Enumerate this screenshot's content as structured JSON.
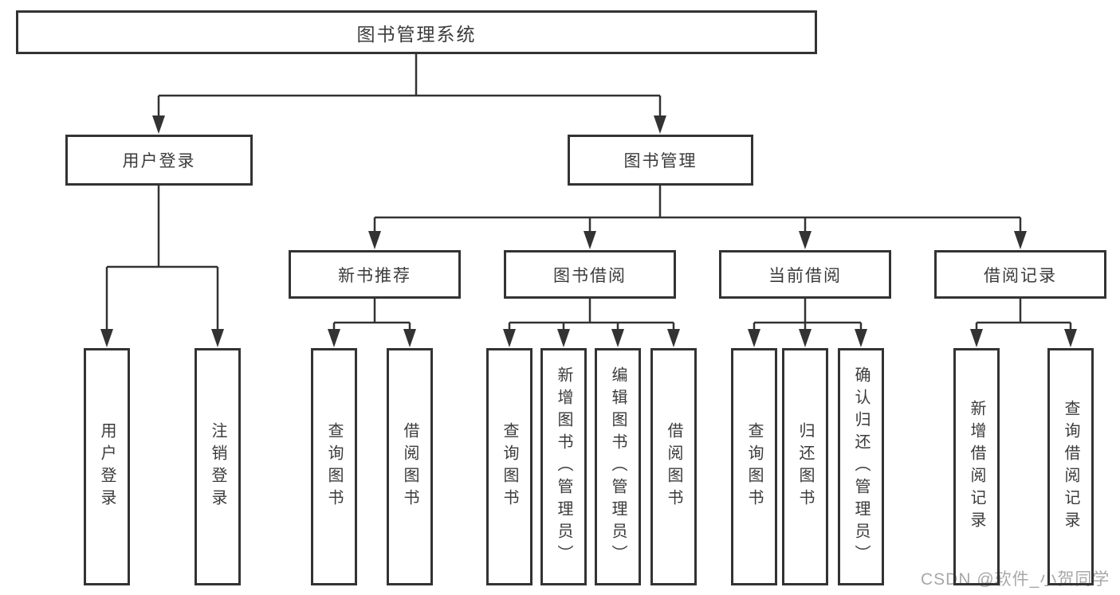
{
  "diagram_title": "图书管理系统",
  "nodes": {
    "root": {
      "label": "图书管理系统"
    },
    "level2": [
      {
        "id": "user-login",
        "label": "用户登录",
        "parent": "图书管理系统"
      },
      {
        "id": "book-management",
        "label": "图书管理",
        "parent": "图书管理系统"
      }
    ],
    "level3": [
      {
        "id": "new-book-recommend",
        "label": "新书推荐",
        "parent": "图书管理"
      },
      {
        "id": "book-borrow",
        "label": "图书借阅",
        "parent": "图书管理"
      },
      {
        "id": "current-borrow",
        "label": "当前借阅",
        "parent": "图书管理"
      },
      {
        "id": "borrow-records",
        "label": "借阅记录",
        "parent": "图书管理"
      }
    ],
    "leaves": [
      {
        "label": "用户登录",
        "parent": "用户登录"
      },
      {
        "label": "注销登录",
        "parent": "用户登录"
      },
      {
        "label": "查询图书",
        "parent": "新书推荐"
      },
      {
        "label": "借阅图书",
        "parent": "新书推荐"
      },
      {
        "label": "查询图书",
        "parent": "图书借阅"
      },
      {
        "label": "新增图书（管理员）",
        "parent": "图书借阅"
      },
      {
        "label": "编辑图书（管理员）",
        "parent": "图书借阅"
      },
      {
        "label": "借阅图书",
        "parent": "图书借阅"
      },
      {
        "label": "查询图书",
        "parent": "当前借阅"
      },
      {
        "label": "归还图书",
        "parent": "当前借阅"
      },
      {
        "label": "确认归还（管理员）",
        "parent": "当前借阅"
      },
      {
        "label": "新增借阅记录",
        "parent": "借阅记录"
      },
      {
        "label": "查询借阅记录",
        "parent": "借阅记录"
      }
    ]
  },
  "watermark": {
    "text": "CSDN @软件_小贺同学"
  },
  "colors": {
    "line": "#333333",
    "box_border": "#333333",
    "text": "#3b3b3b",
    "background": "#ffffff",
    "watermark": "#a8a8a8"
  }
}
